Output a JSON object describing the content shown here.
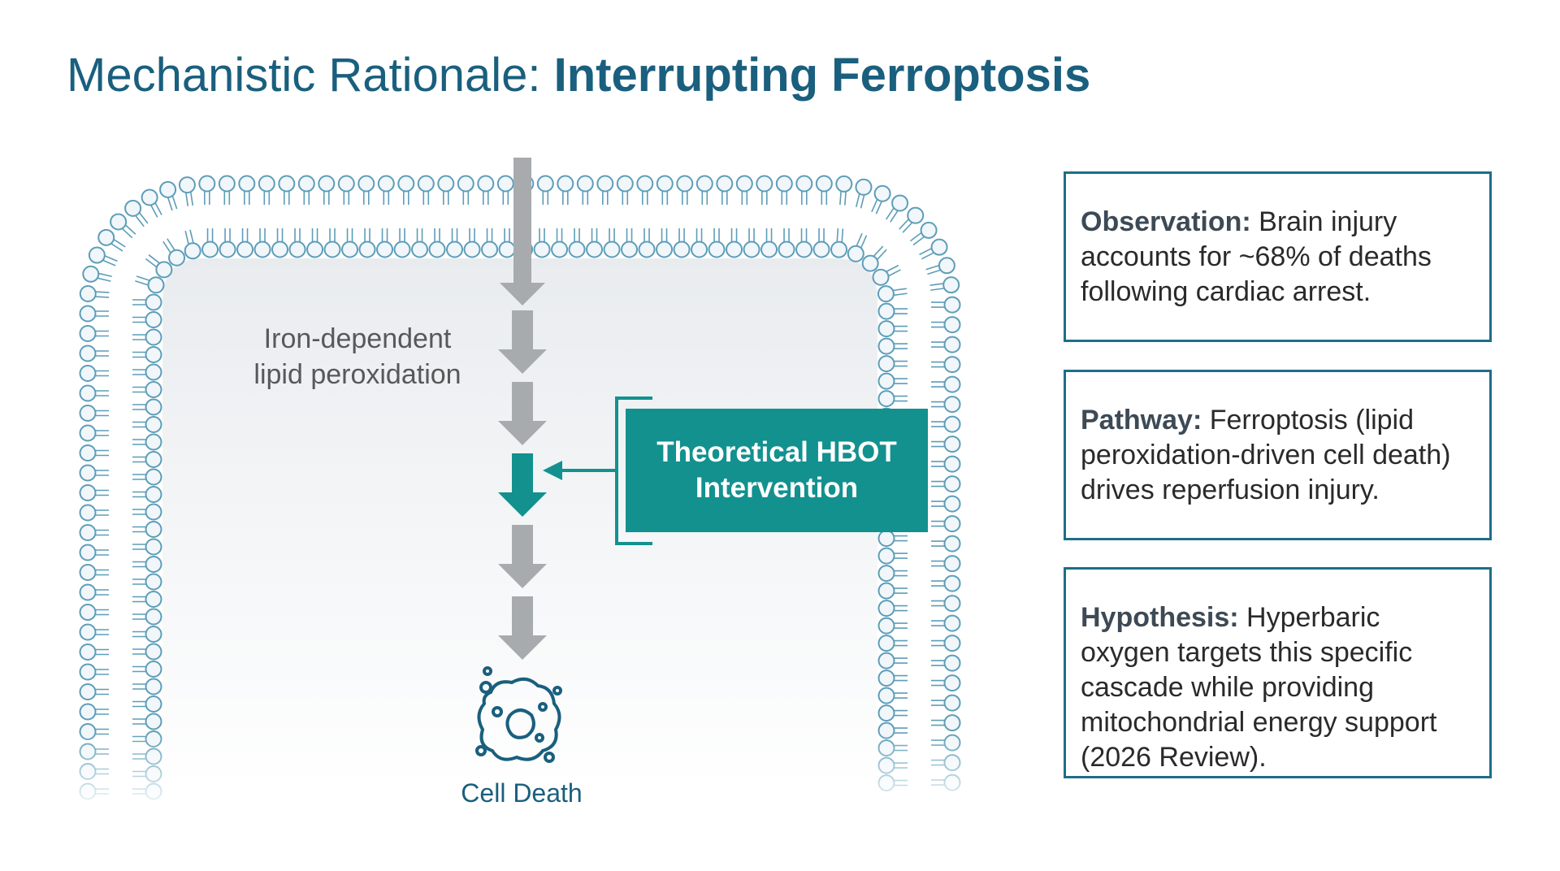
{
  "title": {
    "prefix": "Mechanistic Rationale: ",
    "emphasis": "Interrupting Ferroptosis"
  },
  "diagram": {
    "step_label_line1": "Iron-dependent",
    "step_label_line2": "lipid peroxidation",
    "intervention_line1": "Theoretical HBOT",
    "intervention_line2": "Intervention",
    "outcome_label": "Cell Death",
    "icons": [
      "arrow-down-icon",
      "cell-death-icon",
      "arrow-left-icon"
    ],
    "colors": {
      "membrane": "#5d9db8",
      "arrow": "#a8abae",
      "accent": "#12918f",
      "title": "#1a5f7e"
    }
  },
  "cards": [
    {
      "heading": "Observation:",
      "body": " Brain injury accounts for ~68% of deaths following cardiac arrest."
    },
    {
      "heading": "Pathway:",
      "body": " Ferroptosis (lipid peroxidation-driven cell death) drives reperfusion injury."
    },
    {
      "heading": "Hypothesis:",
      "body": " Hyperbaric oxygen targets this specific cascade while providing mitochondrial energy support (2026 Review)."
    }
  ]
}
